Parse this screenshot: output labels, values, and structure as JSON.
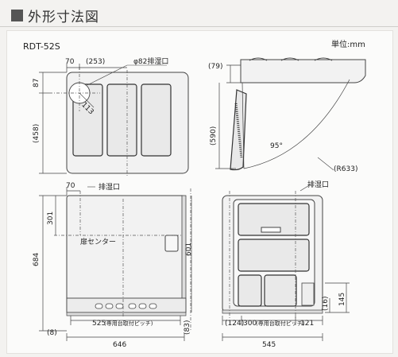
{
  "header": {
    "title": "外形寸法図"
  },
  "model": "RDT-52S",
  "unit_label": "単位:mm",
  "top_view": {
    "dims": {
      "d70": "70",
      "d253": "(253)",
      "hole": "φ82排湿口",
      "d87": "87",
      "d458": "(458)",
      "d113": "113"
    }
  },
  "side_top": {
    "dims": {
      "d79": "(79)",
      "d590": "(590)",
      "angle": "95°",
      "radius": "(R633)"
    }
  },
  "front_view": {
    "dims": {
      "d70": "70",
      "vent": "排湿口",
      "d301": "301",
      "d684": "684",
      "d601": "601",
      "center": "扉センター",
      "d525": "525",
      "d525_note": "(専用台取付ピッチ)",
      "d8": "(8)",
      "d646": "646",
      "d83": "(83)"
    }
  },
  "side_view": {
    "dims": {
      "vent": "排湿口",
      "d124": "(124)",
      "d300": "300",
      "d300_note": "(専用台取付ピッチ)",
      "d121": "121",
      "d545": "545",
      "d16": "(16)",
      "d145": "145"
    }
  }
}
